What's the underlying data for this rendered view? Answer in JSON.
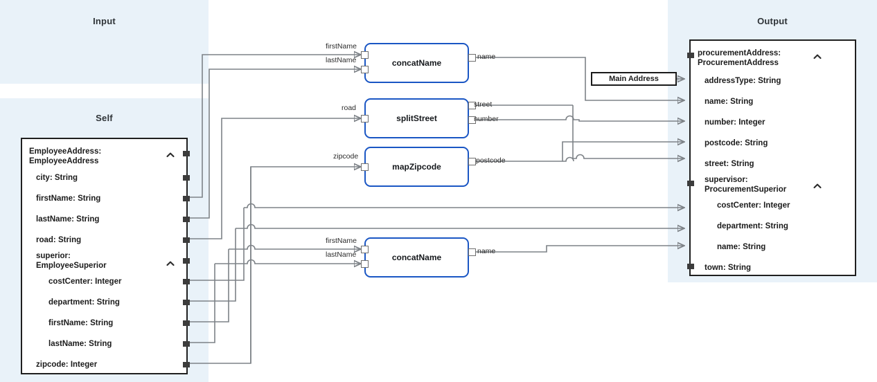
{
  "panels": {
    "input": {
      "title": "Input"
    },
    "self": {
      "title": "Self"
    },
    "output": {
      "title": "Output"
    }
  },
  "self_entity": {
    "name": "EmployeeAddress:\nEmployeeAddress",
    "collapse_icon": "chevron-up-icon",
    "fields": [
      {
        "label": "city: String",
        "level": 1,
        "type": "String"
      },
      {
        "label": "firstName: String",
        "level": 1,
        "type": "String"
      },
      {
        "label": "lastName: String",
        "level": 1,
        "type": "String"
      },
      {
        "label": "road: String",
        "level": 1,
        "type": "String"
      },
      {
        "label": "superior:\nEmployeeSuperior",
        "level": 1,
        "type": "EmployeeSuperior",
        "collapse_icon": "chevron-up-icon"
      },
      {
        "label": "costCenter: Integer",
        "level": 2,
        "type": "Integer"
      },
      {
        "label": "department: String",
        "level": 2,
        "type": "String"
      },
      {
        "label": "firstName: String",
        "level": 2,
        "type": "String"
      },
      {
        "label": "lastName: String",
        "level": 2,
        "type": "String"
      },
      {
        "label": "zipcode: Integer",
        "level": 1,
        "type": "Integer"
      }
    ]
  },
  "output_entity": {
    "name": "procurementAddress:\nProcurementAddress",
    "collapse_icon": "chevron-up-icon",
    "fields": [
      {
        "label": "addressType: String",
        "level": 1,
        "type": "String"
      },
      {
        "label": "name: String",
        "level": 1,
        "type": "String"
      },
      {
        "label": "number: Integer",
        "level": 1,
        "type": "Integer"
      },
      {
        "label": "postcode: String",
        "level": 1,
        "type": "String"
      },
      {
        "label": "street: String",
        "level": 1,
        "type": "String"
      },
      {
        "label": "supervisor:\nProcurementSuperior",
        "level": 1,
        "type": "ProcurementSuperior",
        "collapse_icon": "chevron-up-icon"
      },
      {
        "label": "costCenter: Integer",
        "level": 2,
        "type": "Integer"
      },
      {
        "label": "department: String",
        "level": 2,
        "type": "String"
      },
      {
        "label": "name: String",
        "level": 2,
        "type": "String"
      },
      {
        "label": "town: String",
        "level": 1,
        "type": "String"
      }
    ]
  },
  "function_nodes": [
    {
      "id": "concatName-1",
      "label": "concatName",
      "inputs": [
        "firstName",
        "lastName"
      ],
      "outputs": [
        "name"
      ]
    },
    {
      "id": "splitStreet-1",
      "label": "splitStreet",
      "inputs": [
        "road"
      ],
      "outputs": [
        "street",
        "number"
      ]
    },
    {
      "id": "mapZipcode-1",
      "label": "mapZipcode",
      "inputs": [
        "zipcode"
      ],
      "outputs": [
        "postcode"
      ]
    },
    {
      "id": "concatName-2",
      "label": "concatName",
      "inputs": [
        "firstName",
        "lastName"
      ],
      "outputs": [
        "name"
      ]
    }
  ],
  "constants": [
    {
      "id": "main-address",
      "label": "Main Address"
    }
  ],
  "colors": {
    "panel_background": "#e9f2f9",
    "function_border": "#1a56c4",
    "entity_border": "#1f1f1f",
    "wire": "#7d8287",
    "port": "#3c3c3c",
    "canvas": "#ffffff"
  }
}
